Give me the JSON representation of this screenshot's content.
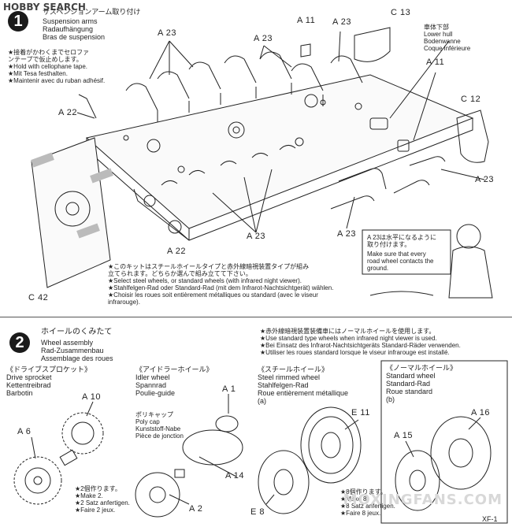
{
  "watermark": {
    "logo": "HOBBY SEARCH",
    "site": "MOXINGFANS.COM"
  },
  "step1": {
    "number": "1",
    "jp_title": "サスペンションアーム取り付け",
    "title_lines": [
      "Suspension arms",
      "Radaufhängung",
      "Bras de suspension"
    ],
    "tape_jp": [
      "★接着がかわくまでセロファ",
      "ンテープで仮止めします。"
    ],
    "tape_lines": [
      "★Hold with cellophane tape.",
      "★Mit Tesa festhalten.",
      "★Maintenir avec du ruban adhésif."
    ],
    "hull_lines": [
      "車体下部",
      "Lower hull",
      "Bodenwanne",
      "Coque inférieure"
    ],
    "callout": {
      "jp": [
        "A 23は水平になるように",
        "取り付けます。"
      ],
      "en": [
        "Make sure that every",
        "road wheel contacts the",
        "ground."
      ]
    },
    "note_jp": [
      "★このキットはスチールホイールタイプと赤外線暗視装置タイプが組み",
      "立てられます。どちらか選んで組み立てて下さい。"
    ],
    "note_lines": [
      "★Select steel wheels, or standard wheels (with infrared night viewer).",
      "★Stahlfelgen-Rad oder Standard-Rad (mit dem Infrarot-Nachtsichtgerät) wählen.",
      "★Choisir les roues soit entièrement métalliques ou standard (avec le viseur",
      "infrarouge)."
    ],
    "labels": {
      "a23_tl": "A 23",
      "a23_tm": "A 23",
      "a11_t": "A 11",
      "a23_tr": "A 23",
      "c13": "C 13",
      "a11_r": "A 11",
      "c12": "C 12",
      "a22_l": "A 22",
      "a23_r": "A 23",
      "a23_b": "A 23",
      "a23_bm": "A 23",
      "a22_b": "A 22",
      "c42": "C 42"
    }
  },
  "step2": {
    "number": "2",
    "jp_title": "ホイールのくみたて",
    "title_lines": [
      "Wheel assembly",
      "Rad-Zusammenbau",
      "Assemblage des roues"
    ],
    "ir_note_jp": "★赤外線暗視装置装備車にはノーマルホイールを使用します。",
    "ir_note": [
      "★Use standard type wheels when infrared night viewer is used.",
      "★Bei Einsatz des Infrarot-Nachtsichtgeräts Standard-Räder verwenden.",
      "★Utiliser les roues standard lorsque le viseur infrarouge est installé."
    ],
    "sprocket": {
      "jp": "《ドライブスプロケット》",
      "lines": [
        "Drive sprocket",
        "Kettentreibrad",
        "Barbotin"
      ]
    },
    "idler": {
      "jp": "《アイドラーホイール》",
      "lines": [
        "Idler wheel",
        "Spannrad",
        "Poulie-guide"
      ]
    },
    "steel": {
      "jp": "《スチールホイール》",
      "lines": [
        "Steel rimmed wheel",
        "Stahlfelgen-Rad",
        "Roue entièrement métallique"
      ],
      "tag": "(a)"
    },
    "standard": {
      "jp": "《ノーマルホイール》",
      "lines": [
        "Standard wheel",
        "Standard-Rad",
        "Roue standard"
      ],
      "tag": "(b)"
    },
    "polycap": {
      "jp": "ポリキャップ",
      "lines": [
        "Poly cap",
        "Kunststoff-Nabe",
        "Pièce de jonction"
      ]
    },
    "make2": {
      "jp": "★2個作ります。",
      "lines": [
        "★Make 2.",
        "★2 Satz anfertigen.",
        "★Faire 2 jeux."
      ]
    },
    "make8": {
      "jp": "★8個作ります。",
      "lines": [
        "★Make 8.",
        "★8 Satz anfertigen.",
        "★Faire 8 jeux."
      ]
    },
    "labels": {
      "a10": "A 10",
      "a6": "A 6",
      "a1": "A 1",
      "a14": "A 14",
      "a2": "A 2",
      "e11": "E 11",
      "e8": "E 8",
      "a16": "A 16",
      "a15": "A 15",
      "xf1": "XF-1"
    }
  }
}
